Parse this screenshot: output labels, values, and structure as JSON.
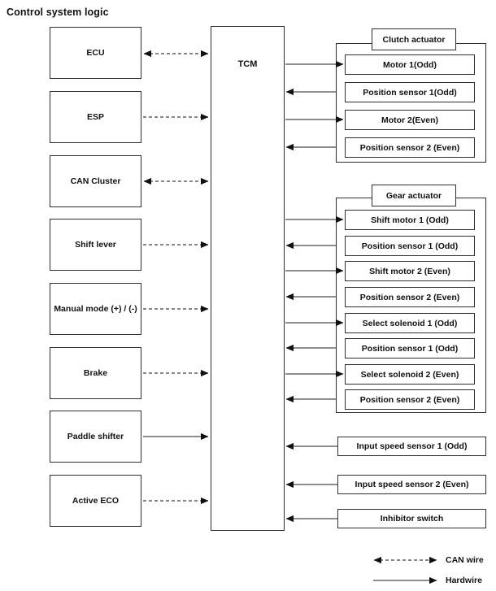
{
  "title": "Control system logic",
  "tcm_label": "TCM",
  "left_boxes": [
    {
      "label": "ECU",
      "wire": "CAN",
      "direction": "bidirectional"
    },
    {
      "label": "ESP",
      "wire": "CAN",
      "direction": "to-tcm"
    },
    {
      "label": "CAN Cluster",
      "wire": "CAN",
      "direction": "bidirectional"
    },
    {
      "label": "Shift lever",
      "wire": "CAN",
      "direction": "to-tcm"
    },
    {
      "label": "Manual mode (+) / (-)",
      "wire": "CAN",
      "direction": "to-tcm"
    },
    {
      "label": "Brake",
      "wire": "CAN",
      "direction": "to-tcm"
    },
    {
      "label": "Paddle shifter",
      "wire": "hardwire",
      "direction": "to-tcm"
    },
    {
      "label": "Active ECO",
      "wire": "CAN",
      "direction": "to-tcm"
    }
  ],
  "clutch_actuator": {
    "title": "Clutch actuator",
    "items": [
      {
        "label": "Motor 1(Odd)",
        "wire": "hardwire",
        "direction": "from-tcm"
      },
      {
        "label": "Position sensor 1(Odd)",
        "wire": "hardwire",
        "direction": "to-tcm"
      },
      {
        "label": "Motor 2(Even)",
        "wire": "hardwire",
        "direction": "from-tcm"
      },
      {
        "label": "Position sensor 2 (Even)",
        "wire": "hardwire",
        "direction": "to-tcm"
      }
    ]
  },
  "gear_actuator": {
    "title": "Gear actuator",
    "items": [
      {
        "label": "Shift motor 1 (Odd)",
        "wire": "hardwire",
        "direction": "from-tcm"
      },
      {
        "label": "Position sensor 1 (Odd)",
        "wire": "hardwire",
        "direction": "to-tcm"
      },
      {
        "label": "Shift motor 2 (Even)",
        "wire": "hardwire",
        "direction": "from-tcm"
      },
      {
        "label": "Position sensor 2 (Even)",
        "wire": "hardwire",
        "direction": "to-tcm"
      },
      {
        "label": "Select solenoid 1 (Odd)",
        "wire": "hardwire",
        "direction": "from-tcm"
      },
      {
        "label": "Position sensor 1 (Odd)",
        "wire": "hardwire",
        "direction": "to-tcm"
      },
      {
        "label": "Select solenoid 2 (Even)",
        "wire": "hardwire",
        "direction": "from-tcm"
      },
      {
        "label": "Position sensor 2 (Even)",
        "wire": "hardwire",
        "direction": "to-tcm"
      }
    ]
  },
  "standalone_boxes": [
    {
      "label": "Input speed sensor 1 (Odd)",
      "wire": "hardwire",
      "direction": "to-tcm"
    },
    {
      "label": "Input speed sensor 2 (Even)",
      "wire": "hardwire",
      "direction": "to-tcm"
    },
    {
      "label": "Inhibitor switch",
      "wire": "hardwire",
      "direction": "to-tcm"
    }
  ],
  "legend": [
    {
      "label": "CAN wire",
      "style": "dashed"
    },
    {
      "label": "Hardwire",
      "style": "solid"
    }
  ],
  "colors": {
    "line": "#4a4a4a",
    "arrowhead": "#111111",
    "border": "#2e2e2e",
    "background": "#ffffff",
    "text": "#111111"
  }
}
